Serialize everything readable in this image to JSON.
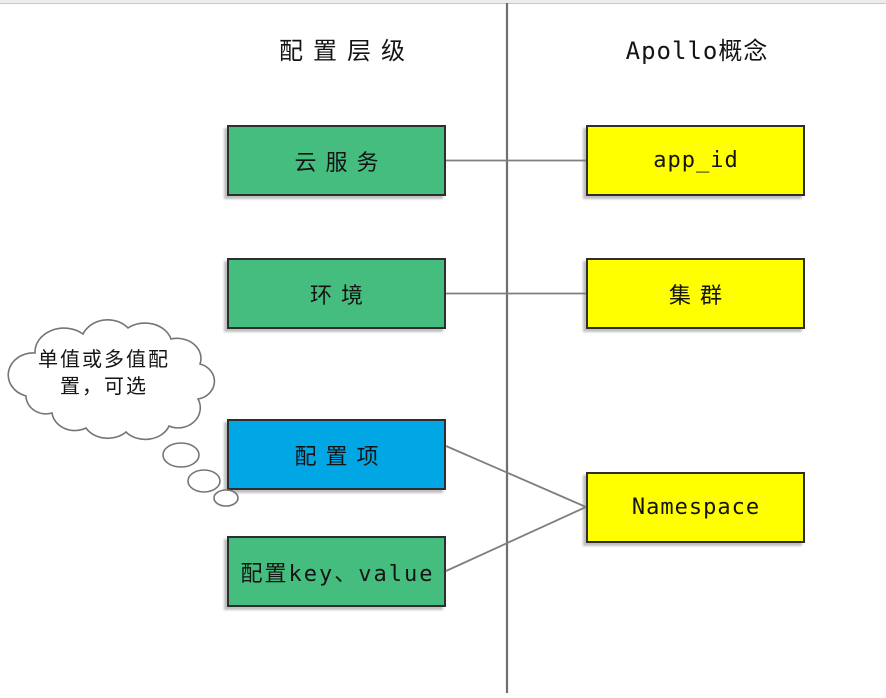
{
  "diagram": {
    "titles": {
      "left": "配置层级",
      "right": "Apollo概念"
    },
    "boxes": {
      "cloud_service": {
        "label": "云服务",
        "color": "green"
      },
      "app_id": {
        "label": "app_id",
        "color": "yellow"
      },
      "environment": {
        "label": "环境",
        "color": "green"
      },
      "cluster": {
        "label": "集群",
        "color": "yellow"
      },
      "config_item": {
        "label": "配置项",
        "color": "blue"
      },
      "config_key_value": {
        "label": "配置key、value",
        "color": "green"
      },
      "namespace": {
        "label": "Namespace",
        "color": "yellow"
      }
    },
    "thought_bubble": {
      "lines": [
        "单值或多值配",
        "置，可选"
      ]
    },
    "colors": {
      "green": "#45BD7E",
      "yellow": "#FFFF00",
      "blue": "#00A7E4",
      "box_border": "#2E2E2E",
      "line": "#7F7F7F",
      "cloud_stroke": "#757575",
      "text": "#141414",
      "top_rule": "#ECECEC"
    }
  }
}
